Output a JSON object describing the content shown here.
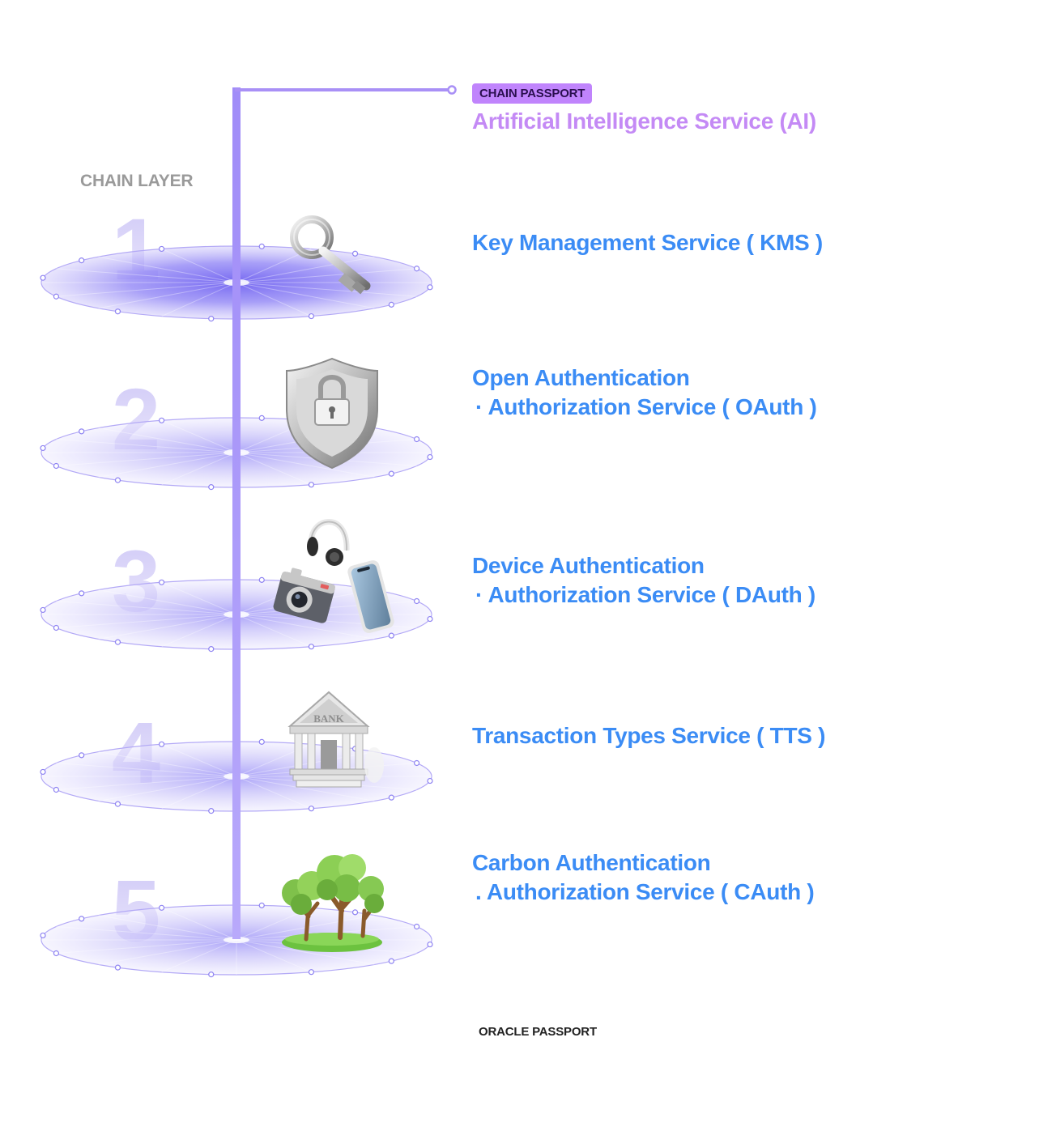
{
  "header": {
    "badge": "CHAIN PASSPORT",
    "title": "Artificial Intelligence Service (AI)"
  },
  "chain_label": "CHAIN LAYER",
  "layers": [
    {
      "number": "1",
      "icon": "key-icon",
      "line1": "Key Management Service ( KMS )",
      "line2": ""
    },
    {
      "number": "2",
      "icon": "shield-lock-icon",
      "line1": "Open Authentication",
      "line2": "· Authorization Service ( OAuth )"
    },
    {
      "number": "3",
      "icon": "devices-icon",
      "line1": "Device Authentication",
      "line2": "· Authorization Service ( DAuth )"
    },
    {
      "number": "4",
      "icon": "bank-icon",
      "line1": "Transaction Types Service ( TTS )",
      "line2": ""
    },
    {
      "number": "5",
      "icon": "trees-icon",
      "line1": "Carbon Authentication",
      "line2": ". Authorization Service ( CAuth )"
    }
  ],
  "bank_sign": "BANK",
  "footer": {
    "label": "ORACLE PASSPORT"
  },
  "colors": {
    "accent_purple": "#a78bfa",
    "badge_bg": "#c084fc",
    "service_blue": "#3b8cf5",
    "ai_title": "#c48af5"
  }
}
